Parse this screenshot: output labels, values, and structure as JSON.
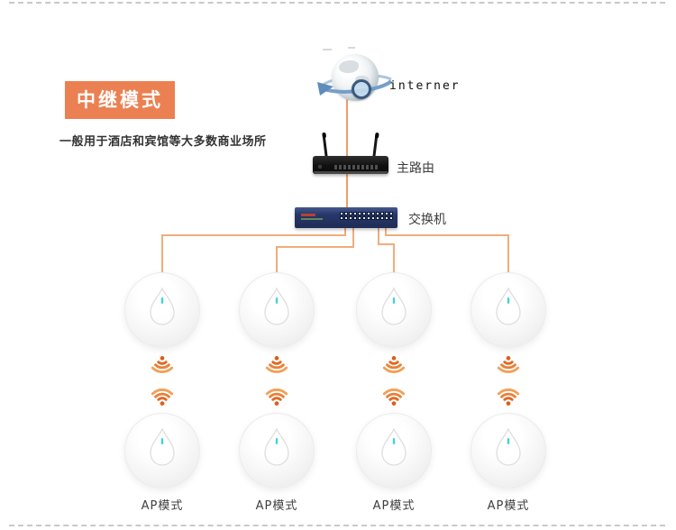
{
  "header": {
    "badge": "中继模式",
    "subtitle": "一般用于酒店和宾馆等大多数商业场所"
  },
  "nodes": {
    "internet": {
      "label": "interner",
      "icon": "globe-icon"
    },
    "router": {
      "label": "主路由",
      "icon": "wireless-router-icon"
    },
    "switch": {
      "label": "交换机",
      "icon": "network-switch-icon"
    }
  },
  "columns": [
    {
      "label": "AP模式"
    },
    {
      "label": "AP模式"
    },
    {
      "label": "AP模式"
    },
    {
      "label": "AP模式"
    }
  ],
  "colors": {
    "badge_orange": "#eb8052",
    "wire_orange": "#f0a86e",
    "backbone_orange": "#f19e62",
    "wifi_orange_outer": "#f2a058",
    "wifi_orange_inner": "#dd6a20",
    "led_cyan": "#3ed3e0",
    "switch_navy": "#27376a",
    "globe_arrow_blue": "#6f9ac6",
    "label_gray": "#404040"
  }
}
